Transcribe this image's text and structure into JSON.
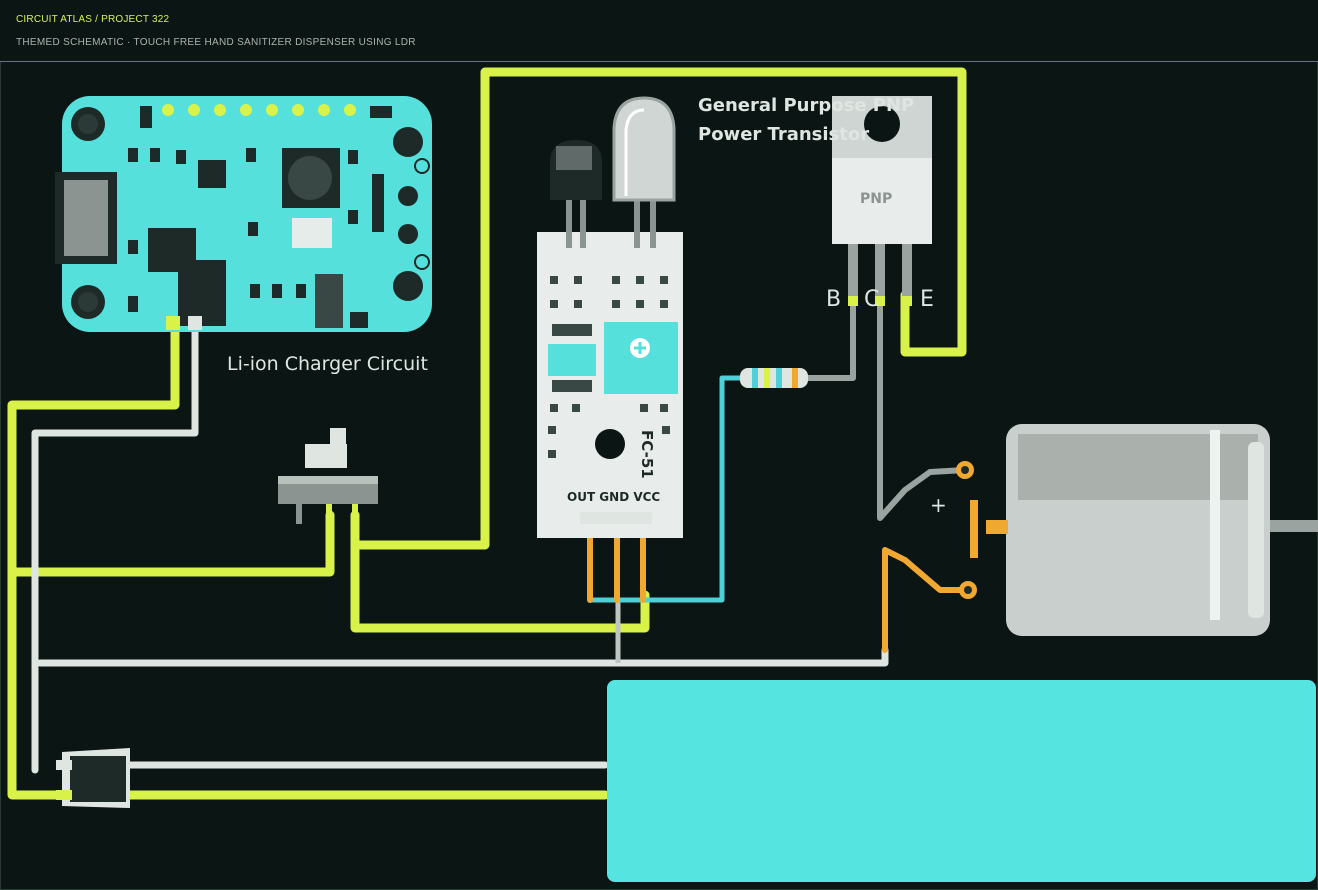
{
  "header": {
    "breadcrumb": "CIRCUIT ATLAS / PROJECT 322",
    "subtitle": "THEMED SCHEMATIC · TOUCH FREE HAND SANITIZER DISPENSER USING LDR"
  },
  "labels": {
    "charger": "Li-ion Charger Circuit",
    "pnp_title_1": "General Purpose PNP",
    "pnp_title_2": "Power Transistor",
    "pnp_body": "PNP",
    "pin_b": "B",
    "pin_c": "C",
    "pin_e": "E",
    "module_pins": "OUT GND VCC",
    "module_name": "FC-51",
    "motor_plus": "+"
  },
  "colors": {
    "background": "#0b1614",
    "wire_yellow": "#d9f24a",
    "wire_white": "#dfe6e2",
    "wire_gray": "#9aa39f",
    "wire_orange": "#f0a830",
    "wire_cyan": "#4fd0d8",
    "board_cyan": "#56e0dc",
    "battery_cyan": "#56e4e0",
    "module_body": "#e8ecea"
  }
}
